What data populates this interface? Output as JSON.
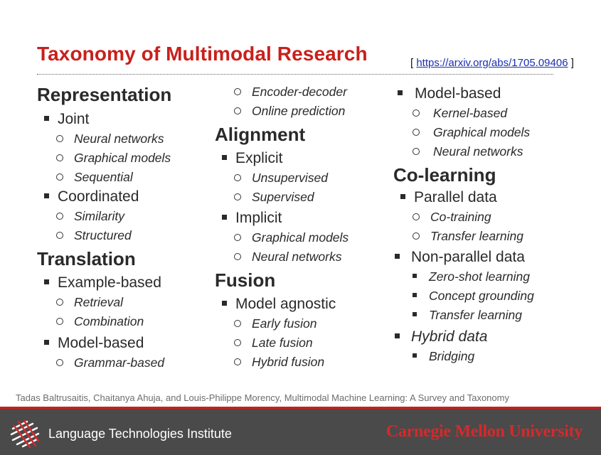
{
  "title": "Taxonomy of Multimodal Research",
  "reference": {
    "open": "[",
    "url": "https://arxiv.org/abs/1705.09406",
    "close": "]"
  },
  "columns": [
    [
      {
        "level": "h",
        "text": "Representation"
      },
      {
        "level": "l1",
        "text": "Joint"
      },
      {
        "level": "l2",
        "text": "Neural networks"
      },
      {
        "level": "l2",
        "text": "Graphical models"
      },
      {
        "level": "l2",
        "text": "Sequential"
      },
      {
        "level": "l1",
        "text": "Coordinated"
      },
      {
        "level": "l2",
        "text": "Similarity"
      },
      {
        "level": "l2",
        "text": "Structured"
      },
      {
        "level": "h",
        "text": "Translation"
      },
      {
        "level": "l1",
        "text": "Example-based"
      },
      {
        "level": "l2",
        "text": "Retrieval"
      },
      {
        "level": "l2",
        "text": "Combination"
      },
      {
        "level": "l1",
        "text": "Model-based"
      },
      {
        "level": "l2",
        "text": "Grammar-based"
      }
    ],
    [
      {
        "level": "l2",
        "text": "Encoder-decoder"
      },
      {
        "level": "l2",
        "text": "Online prediction"
      },
      {
        "level": "h",
        "text": "Alignment"
      },
      {
        "level": "l1",
        "text": "Explicit"
      },
      {
        "level": "l2",
        "text": "Unsupervised"
      },
      {
        "level": "l2",
        "text": "Supervised"
      },
      {
        "level": "l1",
        "text": "Implicit"
      },
      {
        "level": "l2",
        "text": "Graphical models"
      },
      {
        "level": "l2",
        "text": "Neural networks"
      },
      {
        "level": "h",
        "text": "Fusion"
      },
      {
        "level": "l1",
        "text": "Model agnostic"
      },
      {
        "level": "l2",
        "text": "Early fusion"
      },
      {
        "level": "l2",
        "text": "Late fusion"
      },
      {
        "level": "l2",
        "text": "Hybrid fusion"
      }
    ],
    [
      {
        "level": "l1",
        "text": "Model-based"
      },
      {
        "level": "l2",
        "text": "Kernel-based"
      },
      {
        "level": "l2",
        "text": "Graphical models"
      },
      {
        "level": "l2",
        "text": "Neural networks"
      },
      {
        "level": "h",
        "text": "Co-learning"
      },
      {
        "level": "l1",
        "text": "Parallel data"
      },
      {
        "level": "l2",
        "text": "Co-training"
      },
      {
        "level": "l2",
        "text": "Transfer learning"
      },
      {
        "level": "l1",
        "text": "Non-parallel data"
      },
      {
        "level": "l2s",
        "text": "Zero-shot learning"
      },
      {
        "level": "l2s",
        "text": "Concept grounding"
      },
      {
        "level": "l2s",
        "text": "Transfer learning"
      },
      {
        "level": "l1i",
        "text": "Hybrid data"
      },
      {
        "level": "l2s",
        "text": "Bridging"
      }
    ]
  ],
  "citation": "Tadas Baltrusaitis, Chaitanya Ahuja, and Louis-Philippe Morency, Multimodal Machine Learning: A Survey and Taxonomy",
  "footer": {
    "left_text": "Language Technologies Institute",
    "right_text": "Carnegie Mellon University"
  },
  "colors": {
    "title_red": "#c8201c",
    "footer_bg": "#4a4a4a",
    "link_blue": "#1a2fb0"
  }
}
